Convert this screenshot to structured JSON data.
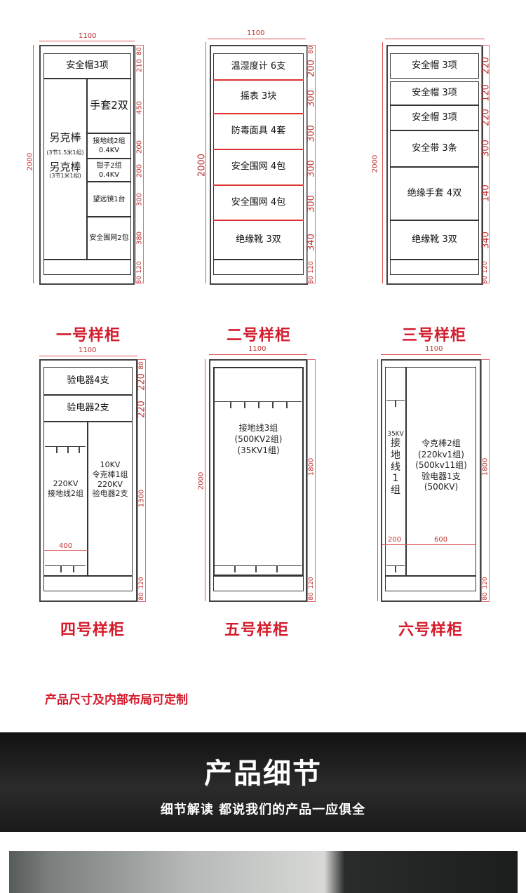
{
  "cabinets": {
    "c1": {
      "caption": "一号样柜",
      "width": "1100",
      "height": "2000",
      "dims": [
        "80",
        "210",
        "450",
        "200",
        "200",
        "300",
        "380",
        "120",
        "80"
      ],
      "items": [
        "安全帽3项",
        "手套2双",
        "另克棒",
        "(3节1.5米1组)",
        "另克棒",
        "(3节1米1组)",
        "接地线2组",
        "0.4KV",
        "钳子2组",
        "0.4KV",
        "望远镜1台",
        "安全围网2包"
      ]
    },
    "c2": {
      "caption": "二号样柜",
      "width": "1100",
      "height": "2000",
      "dims": [
        "80",
        "200",
        "300",
        "300",
        "300",
        "300",
        "340",
        "120",
        "80"
      ],
      "items": [
        "温湿度计 6支",
        "摇表 3块",
        "防毒面具 4套",
        "安全围网 4包",
        "安全围网 4包",
        "绝缘靴 3双"
      ]
    },
    "c3": {
      "caption": "三号样柜",
      "height": "2000",
      "dims": [
        "220",
        "120",
        "220",
        "300",
        "140",
        "340",
        "120",
        "80"
      ],
      "items": [
        "安全帽 3项",
        "安全帽 3项",
        "安全帽 3项",
        "安全带 3条",
        "绝缘手套 4双",
        "绝缘靴 3双"
      ]
    },
    "c4": {
      "caption": "四号样柜",
      "width": "1100",
      "dims": [
        "80",
        "220",
        "220",
        "1300",
        "120",
        "80"
      ],
      "bottom_width": "400",
      "items": [
        "验电器4支",
        "验电器2支",
        "220KV",
        "接地线2组",
        "10KV",
        "令克棒1组",
        "220KV",
        "验电器2支"
      ]
    },
    "c5": {
      "caption": "五号样柜",
      "width": "1100",
      "height": "2000",
      "dims": [
        "1800",
        "120",
        "80"
      ],
      "items": [
        "接地线3组",
        "(500KV2组)",
        "(35KV1组)"
      ]
    },
    "c6": {
      "caption": "六号样柜",
      "width": "1100",
      "dims": [
        "1800",
        "120",
        "80"
      ],
      "bottom_dims": [
        "200",
        "600"
      ],
      "items": [
        "35KV",
        "接",
        "地",
        "线",
        "1",
        "组",
        "令克棒2组",
        "(220kv1组)",
        "(500kv11组)",
        "验电器1支",
        "(500KV)"
      ]
    }
  },
  "note": "产品尺寸及内部布局可定制",
  "banner": {
    "title": "产品细节",
    "subtitle": "细节解读 都说我们的产品一应俱全"
  },
  "colors": {
    "accent_red": "#d41b2c",
    "dim_red": "#c03030",
    "banner_dark": "#1c1c1c"
  }
}
